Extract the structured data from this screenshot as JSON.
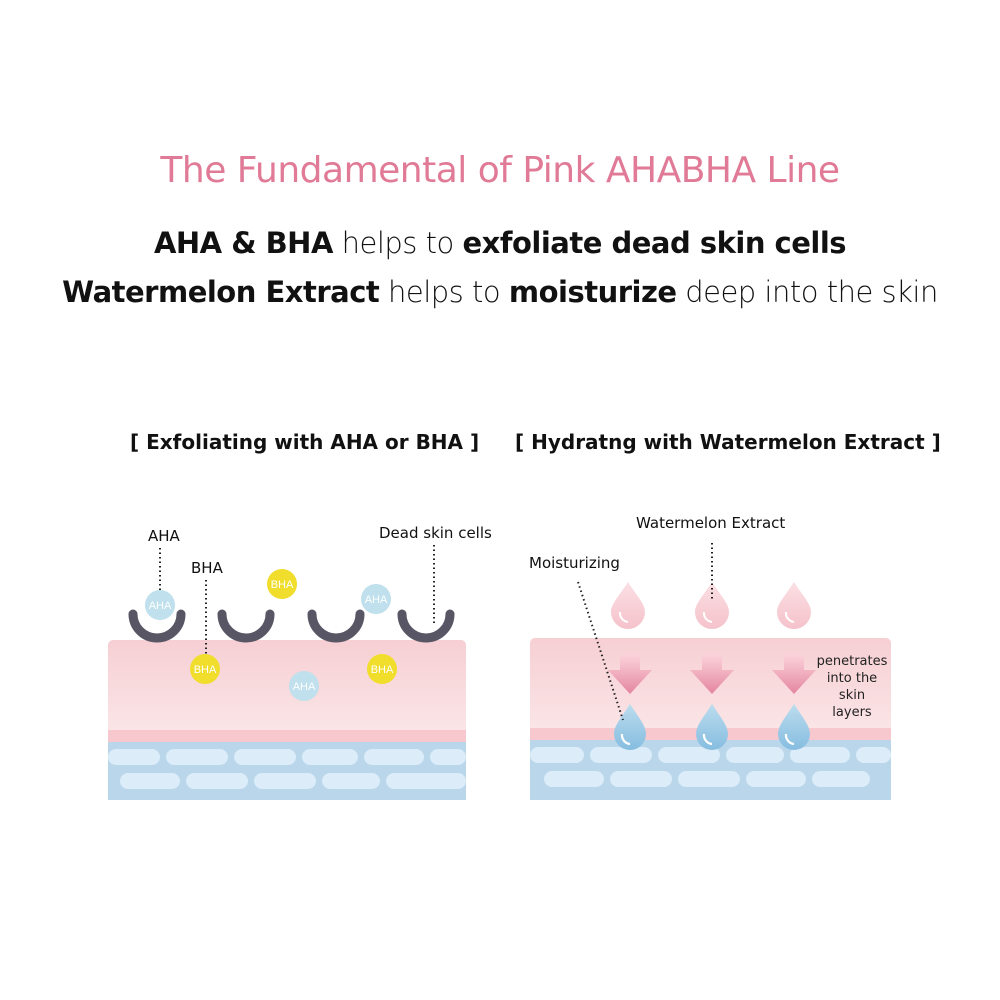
{
  "header": {
    "title": "The Fundamental of Pink AHABHA Line",
    "line1": {
      "a": "AHA & BHA",
      "b": " helps to ",
      "c": "exfoliate dead skin cells"
    },
    "line2": {
      "a": "Watermelon Extract",
      "b": " helps to ",
      "c": "moisturize",
      "d": " deep into the skin"
    }
  },
  "left_panel": {
    "title": "[ Exfoliating with AHA or BHA ]",
    "label_aha": "AHA",
    "label_bha": "BHA",
    "label_dead_cells": "Dead skin cells",
    "bubbles": [
      "AHA",
      "BHA",
      "AHA",
      "BHA",
      "AHA",
      "BHA"
    ]
  },
  "right_panel": {
    "title": "[ Hydratng with Watermelon Extract ]",
    "label_extract": "Watermelon Extract",
    "label_moisturizing": "Moisturizing",
    "label_penetrates_1": "penetrates",
    "label_penetrates_2": "into the skin",
    "label_penetrates_3": "layers"
  },
  "colors": {
    "title_pink": "#e07a96",
    "skin_pink": "#f7d3d6",
    "deep_layer_blue": "#b9d6ea",
    "aha_bubble": "#bfe0ec",
    "bha_bubble": "#f1dd2b",
    "dead_cell": "#585664",
    "arrow_pink": "#e78fa6",
    "drop_blue": "#9ac9e6"
  }
}
